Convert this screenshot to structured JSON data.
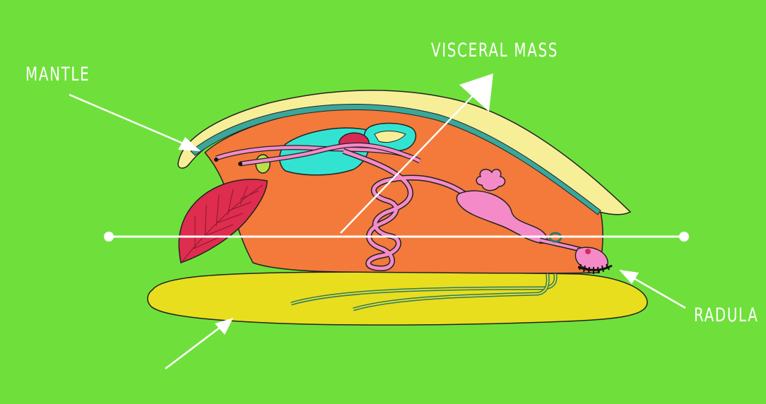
{
  "labels": {
    "mantle": "MANTLE",
    "visceral_mass": "VISCERAL MASS",
    "radula": "RADULA"
  },
  "colors": {
    "background": "#6fe03b",
    "foot": "#e8de1e",
    "visceral_mass": "#f37a3a",
    "mantle_shell": "#f7ee98",
    "mantle_inner": "#3aa79a",
    "gill": "#de2d4e",
    "heart_region": "#33e3d2",
    "digestive_tract": "#f48bc8",
    "gonad": "#d92a55",
    "arrow": "#ffffff"
  }
}
